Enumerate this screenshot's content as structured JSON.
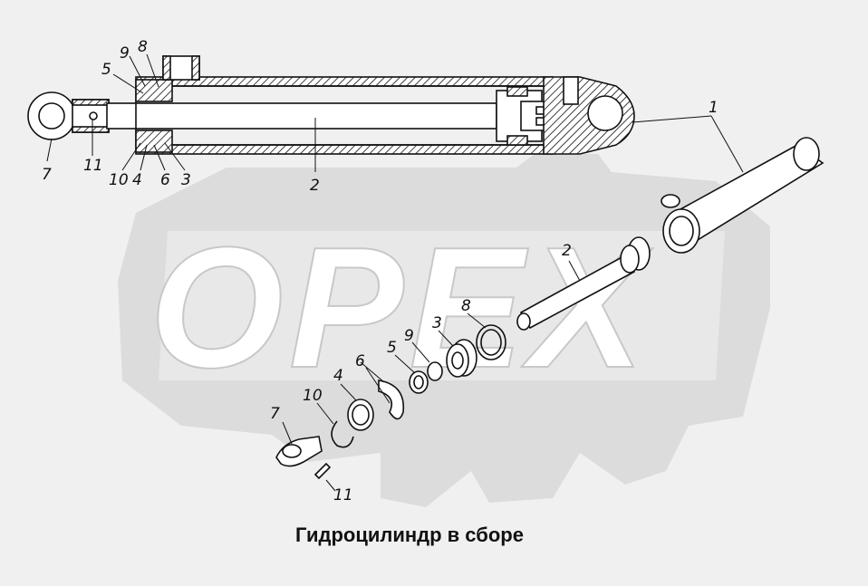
{
  "watermark": {
    "text": "OPEX",
    "color": "#d9d9d9"
  },
  "caption": "Гидроцилиндр в сборе",
  "callouts": {
    "assembled": {
      "n9": "9",
      "n8": "8",
      "n5": "5",
      "n7": "7",
      "n11": "11",
      "n10": "10",
      "n4": "4",
      "n6": "6",
      "n3": "3",
      "n2": "2",
      "n1": "1"
    },
    "exploded": {
      "n1": "1",
      "n2": "2",
      "n8": "8",
      "n3": "3",
      "n5": "5",
      "n9": "9",
      "n6": "6",
      "n4": "4",
      "n10": "10",
      "n7": "7",
      "n11": "11"
    }
  },
  "colors": {
    "line": "#111111",
    "background": "#f0f0f0",
    "part_fill": "#ffffff"
  }
}
